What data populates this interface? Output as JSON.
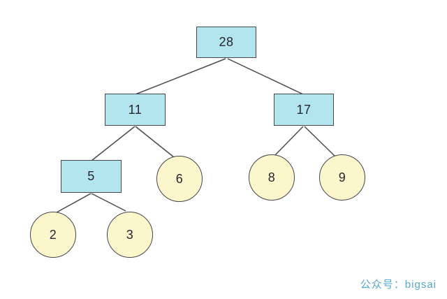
{
  "diagram": {
    "type": "binary-tree",
    "description": "Tree diagram with rectangular internal nodes and circular leaf nodes"
  },
  "tree": {
    "root": "28",
    "nodes": [
      {
        "id": "28",
        "label": "28",
        "shape": "rect"
      },
      {
        "id": "11",
        "label": "11",
        "shape": "rect"
      },
      {
        "id": "17",
        "label": "17",
        "shape": "rect"
      },
      {
        "id": "5",
        "label": "5",
        "shape": "rect"
      },
      {
        "id": "6",
        "label": "6",
        "shape": "circle"
      },
      {
        "id": "8",
        "label": "8",
        "shape": "circle"
      },
      {
        "id": "9",
        "label": "9",
        "shape": "circle"
      },
      {
        "id": "2",
        "label": "2",
        "shape": "circle"
      },
      {
        "id": "3",
        "label": "3",
        "shape": "circle"
      }
    ],
    "edges": [
      {
        "from": "28",
        "to": "11"
      },
      {
        "from": "28",
        "to": "17"
      },
      {
        "from": "11",
        "to": "5"
      },
      {
        "from": "11",
        "to": "6"
      },
      {
        "from": "17",
        "to": "8"
      },
      {
        "from": "17",
        "to": "9"
      },
      {
        "from": "5",
        "to": "2"
      },
      {
        "from": "5",
        "to": "3"
      }
    ]
  },
  "colors": {
    "rect_fill": "#b2e5ee",
    "circle_fill": "#fcf6cc",
    "stroke": "#45454d",
    "edge": "#4a4a52",
    "text": "#26262e",
    "watermark": "#54a9cd",
    "background": "#ffffff"
  },
  "watermark": {
    "text": "公众号：bigsai"
  }
}
